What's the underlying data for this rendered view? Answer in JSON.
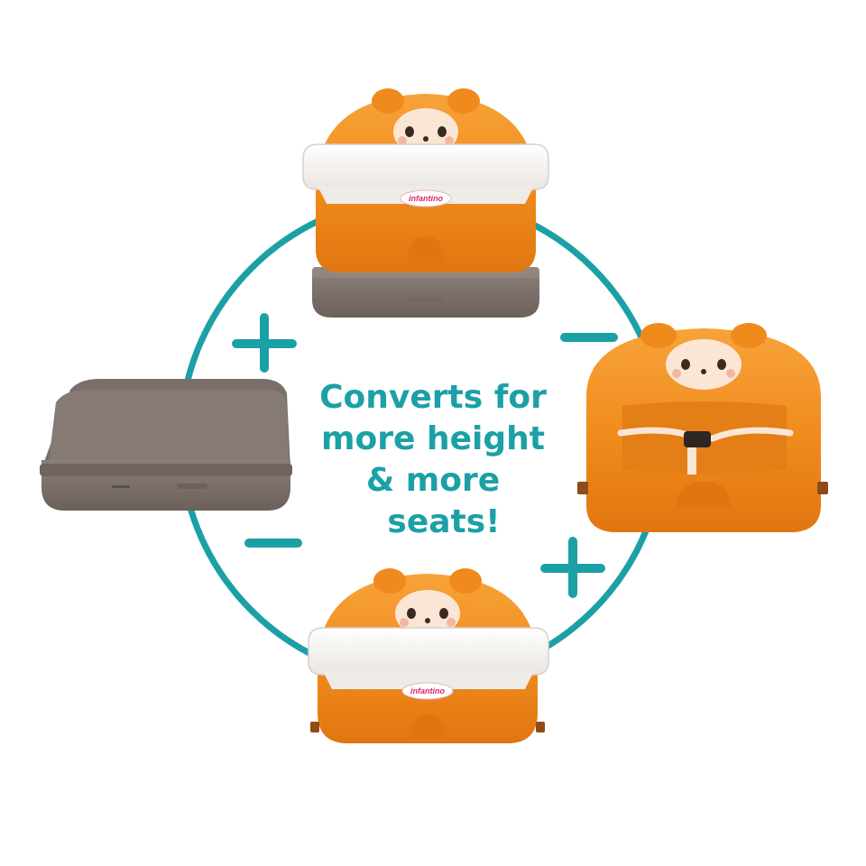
{
  "headline": {
    "line1": "Converts for",
    "line2": "more height",
    "line3": "& more",
    "line4": "seats!"
  },
  "brand": {
    "top_tray_logo": "infantino",
    "bottom_tray_logo": "infantino",
    "base_emboss": "infantino"
  },
  "signs": {
    "plus_left": "+",
    "minus_right": "−",
    "minus_left": "−",
    "plus_right": "+"
  },
  "colors": {
    "teal": "#1ba0a6",
    "orange": "#f08a1c",
    "tray_white": "#f6f4f1",
    "base_brown": "#7d716b",
    "face_cream": "#fbe6d6",
    "logo_pink": "#d8276b"
  }
}
